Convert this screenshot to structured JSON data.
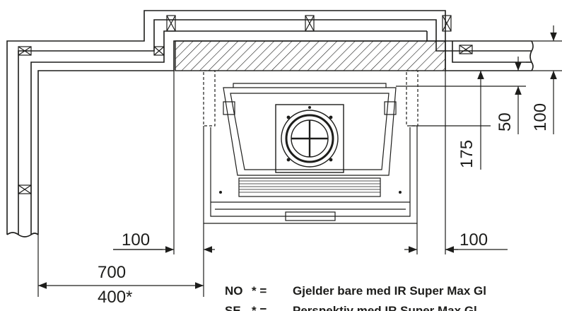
{
  "dimensions": {
    "wall_gap_top": "100",
    "wall_gap_top_secondary": "50",
    "depth_to_wall": "175",
    "side_left": "100",
    "side_right": "100",
    "width_total": "700",
    "width_alt": "400*"
  },
  "notes": [
    {
      "lang": "NO",
      "marker": "* =",
      "text": "Gjelder bare med IR Super Max Gl"
    },
    {
      "lang": "SE",
      "marker": "* =",
      "text": "Perspektiv med IR Super Max Gl"
    }
  ],
  "colors": {
    "line": "#1d1d1b",
    "dashed": "#1d1d1b",
    "hatch": "#1d1d1b",
    "background": "#ffffff"
  }
}
